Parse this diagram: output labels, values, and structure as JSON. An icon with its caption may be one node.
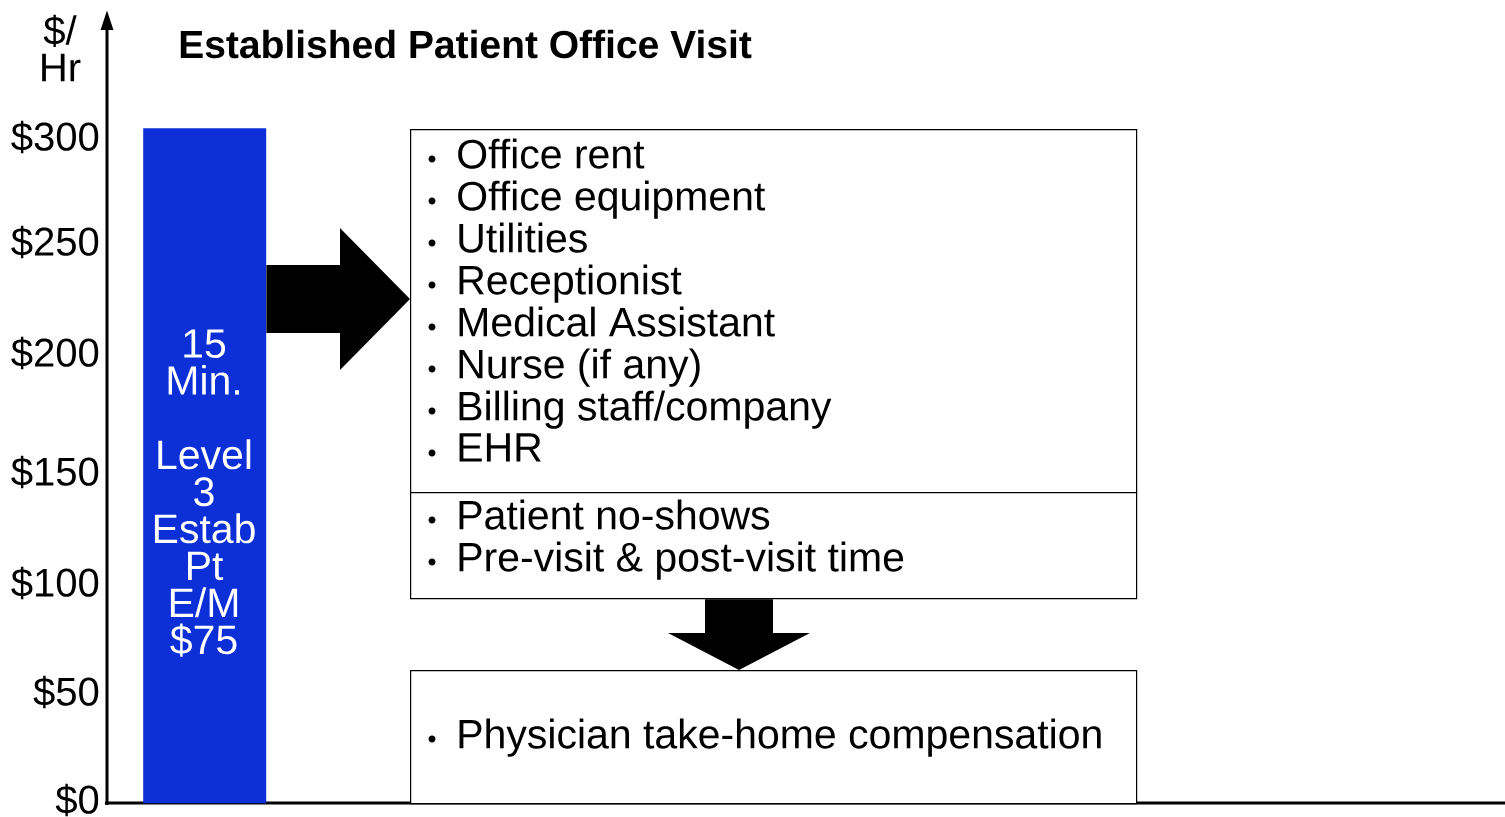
{
  "diagram": {
    "title": "Established Patient Office Visit",
    "nodes": [
      {
        "text": [
          "15 Min.",
          "Level 3 Estab Pt E/M $75"
        ]
      },
      {
        "text": [
          "Office rent",
          "Office equipment",
          "Utilities",
          "Receptionist",
          "Medical Assistant",
          "Nurse (if any)",
          "Billing staff/company",
          "EHR"
        ]
      },
      {
        "text": [
          "Patient no-shows",
          "Pre-visit & post-visit time"
        ]
      },
      {
        "text": [
          "Physician take-home compensation"
        ]
      }
    ],
    "edges": [
      {
        "from": 0,
        "to": 1,
        "arrow": "to"
      },
      {
        "from": 2,
        "to": 3,
        "arrow": "to"
      }
    ],
    "labels": [
      "$/ Hr",
      "$300",
      "$250",
      "$200",
      "$150",
      "$100",
      "$50",
      "$0"
    ]
  }
}
